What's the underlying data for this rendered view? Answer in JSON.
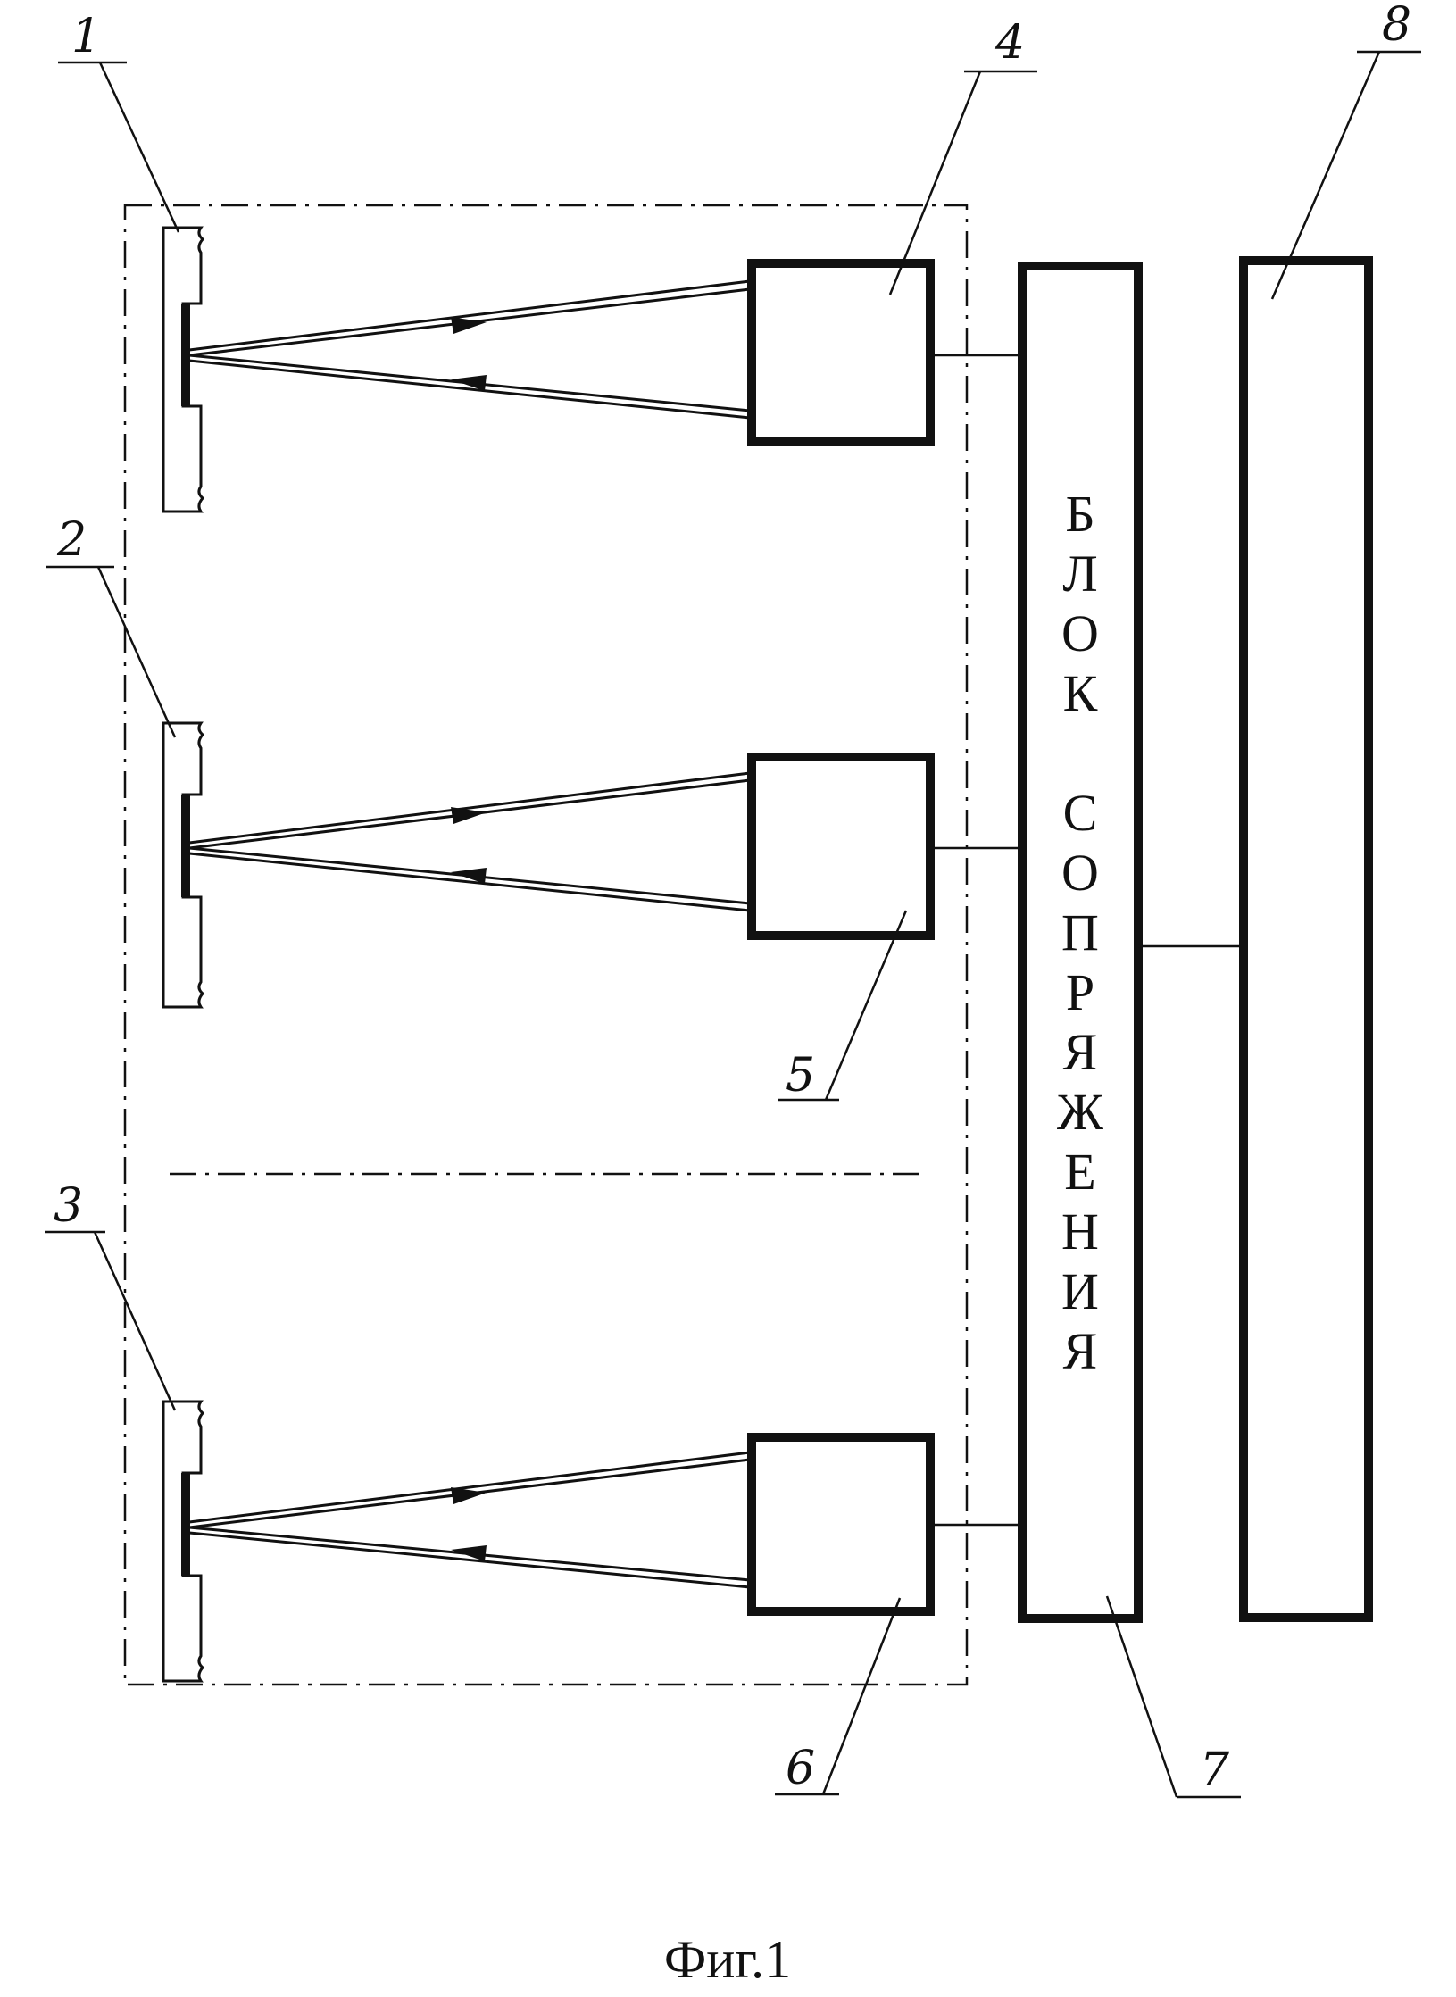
{
  "labels": {
    "n1": "1",
    "n2": "2",
    "n3": "3",
    "n4": "4",
    "n5": "5",
    "n6": "6",
    "n7": "7",
    "n8": "8"
  },
  "interface_block_text": "БЛОК СОПРЯЖЕНИЯ",
  "interface_block_letters_1": [
    "Б",
    "Л",
    "О",
    "К"
  ],
  "interface_block_letters_2": [
    "С",
    "О",
    "П",
    "Р",
    "Я",
    "Ж",
    "Е",
    "Н",
    "И",
    "Я"
  ],
  "caption": "Фиг.1"
}
